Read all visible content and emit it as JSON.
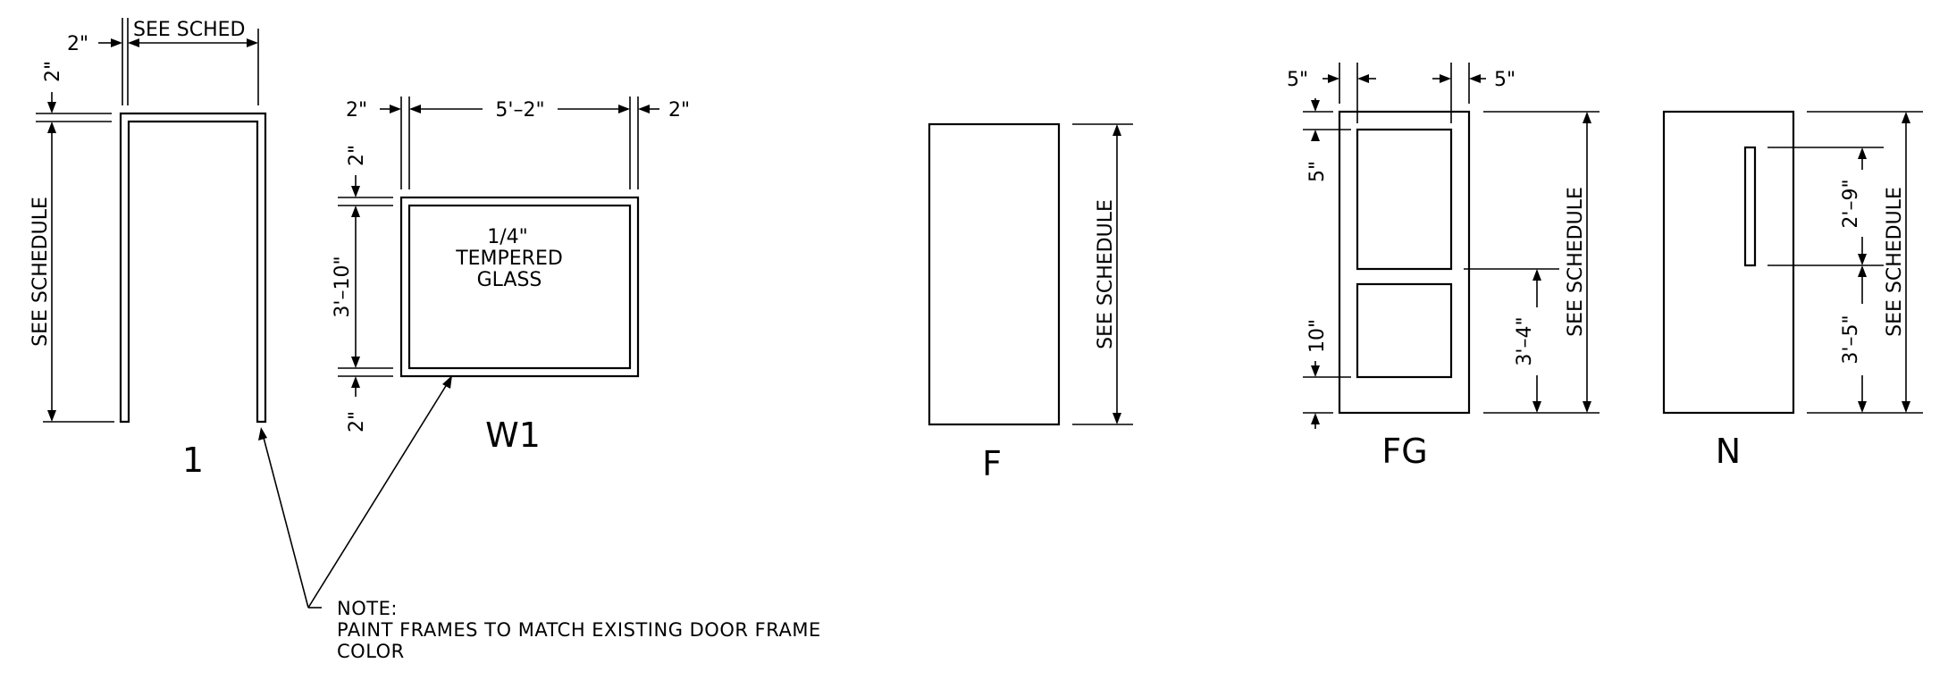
{
  "details": {
    "d1": {
      "label": "1",
      "dim_jamb": "2\"",
      "dim_width": "SEE SCHED",
      "dim_head": "2\"",
      "dim_height": "SEE SCHEDULE"
    },
    "w1": {
      "label": "W1",
      "dim_left": "2\"",
      "dim_width": "5'–2\"",
      "dim_right": "2\"",
      "dim_top": "2\"",
      "dim_height": "3'–10\"",
      "dim_bottom": "2\"",
      "glass_line1": "1/4\"",
      "glass_line2": "TEMPERED",
      "glass_line3": "GLASS"
    },
    "f": {
      "label": "F",
      "dim_height": "SEE SCHEDULE"
    },
    "fg": {
      "label": "FG",
      "dim_left": "5\"",
      "dim_right": "5\"",
      "dim_top": "5\"",
      "dim_bottom": "10\"",
      "dim_lower": "3'–4\"",
      "dim_height": "SEE SCHEDULE"
    },
    "n": {
      "label": "N",
      "dim_upper": "2'–9\"",
      "dim_lower": "3'–5\"",
      "dim_height": "SEE SCHEDULE"
    }
  },
  "note": {
    "title": "NOTE:",
    "line1": "PAINT FRAMES TO MATCH EXISTING DOOR FRAME",
    "line2": "COLOR"
  }
}
